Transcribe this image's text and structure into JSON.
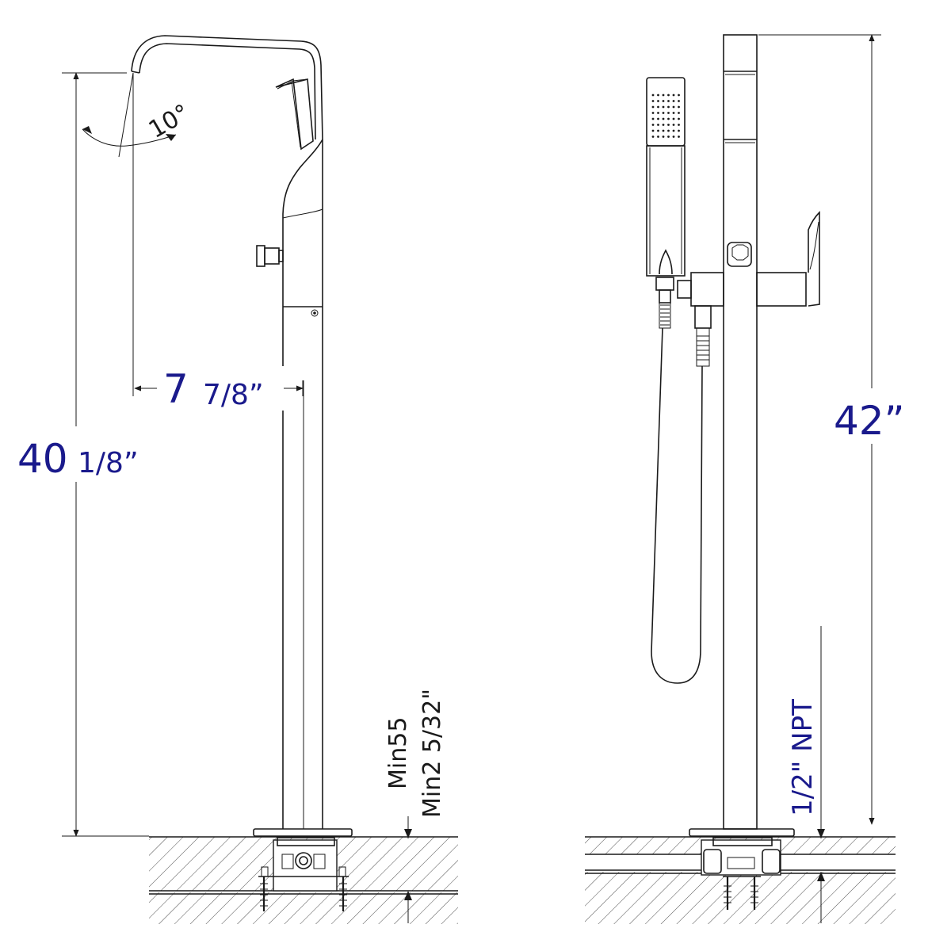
{
  "dimensions": {
    "left_height": "40",
    "left_height_fraction": "1/8”",
    "spout_reach_whole": "7",
    "spout_reach_fraction": "7/8”",
    "spout_angle": "10°",
    "min_depth_mm": "Min55",
    "min_depth_in": "Min2 5/32\"",
    "right_height": "42”",
    "supply_connection": "1/2\" NPT"
  },
  "colors": {
    "dimension_text": "#1a1a8c",
    "line": "#1a1a1a"
  }
}
